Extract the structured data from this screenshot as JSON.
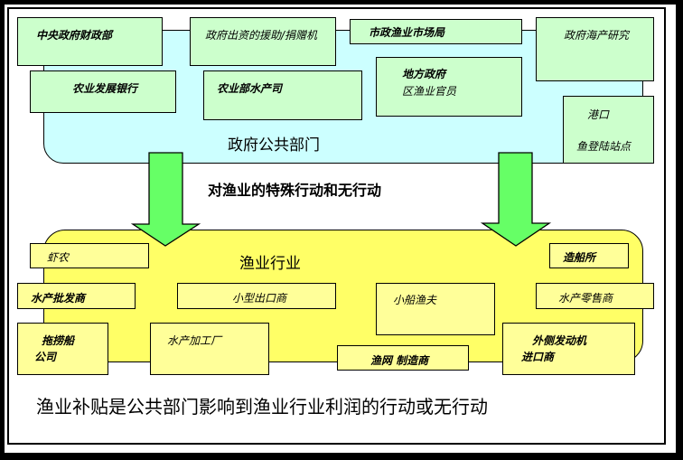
{
  "public_sector": {
    "label": "政府公共部门",
    "color": "#ccffff",
    "boxes": [
      {
        "id": "central-finance",
        "lines": [
          "中央政府财政部"
        ]
      },
      {
        "id": "gov-funded-aid",
        "lines": [
          "政府出资的援助/捐赠机"
        ]
      },
      {
        "id": "municipal-fish-market",
        "lines": [
          "市政渔业市场局"
        ]
      },
      {
        "id": "gov-seafood-research",
        "lines": [
          "政府海产研究"
        ]
      },
      {
        "id": "agri-dev-bank",
        "lines": [
          "农业发展银行"
        ]
      },
      {
        "id": "agri-ministry-fisheries",
        "lines": [
          "农业部水产司"
        ]
      },
      {
        "id": "local-government",
        "lines": [
          "地方政府",
          "区渔业官员"
        ]
      },
      {
        "id": "port-landing",
        "lines": [
          "港口",
          "鱼登陆站点"
        ]
      }
    ]
  },
  "action_caption": "对渔业的特殊行动和无行动",
  "fishing_industry": {
    "label": "渔业行业",
    "color": "#ffff66",
    "boxes": [
      {
        "id": "shrimp-farmer",
        "lines": [
          "虾农"
        ]
      },
      {
        "id": "shipyard",
        "lines": [
          "造船所"
        ]
      },
      {
        "id": "seafood-wholesaler",
        "lines": [
          "水产批发商"
        ]
      },
      {
        "id": "small-exporter",
        "lines": [
          "小型出口商"
        ]
      },
      {
        "id": "small-boat-fisherman",
        "lines": [
          "小船渔夫"
        ]
      },
      {
        "id": "seafood-retailer",
        "lines": [
          "水产零售商"
        ]
      },
      {
        "id": "trawler-company",
        "lines": [
          "拖捞船",
          "公司"
        ]
      },
      {
        "id": "seafood-processor",
        "lines": [
          "水产加工厂"
        ]
      },
      {
        "id": "net-maker",
        "lines": [
          "渔网 制造商"
        ]
      },
      {
        "id": "outboard-importer",
        "lines": [
          "外侧发动机",
          "进口商"
        ]
      }
    ]
  },
  "footer": "渔业补贴是公共部门影响到渔业行业利润的行动或无行动",
  "colors": {
    "gov_box": "#ccffcc",
    "industry_box": "#ffff99",
    "arrow": "#66ff66"
  }
}
